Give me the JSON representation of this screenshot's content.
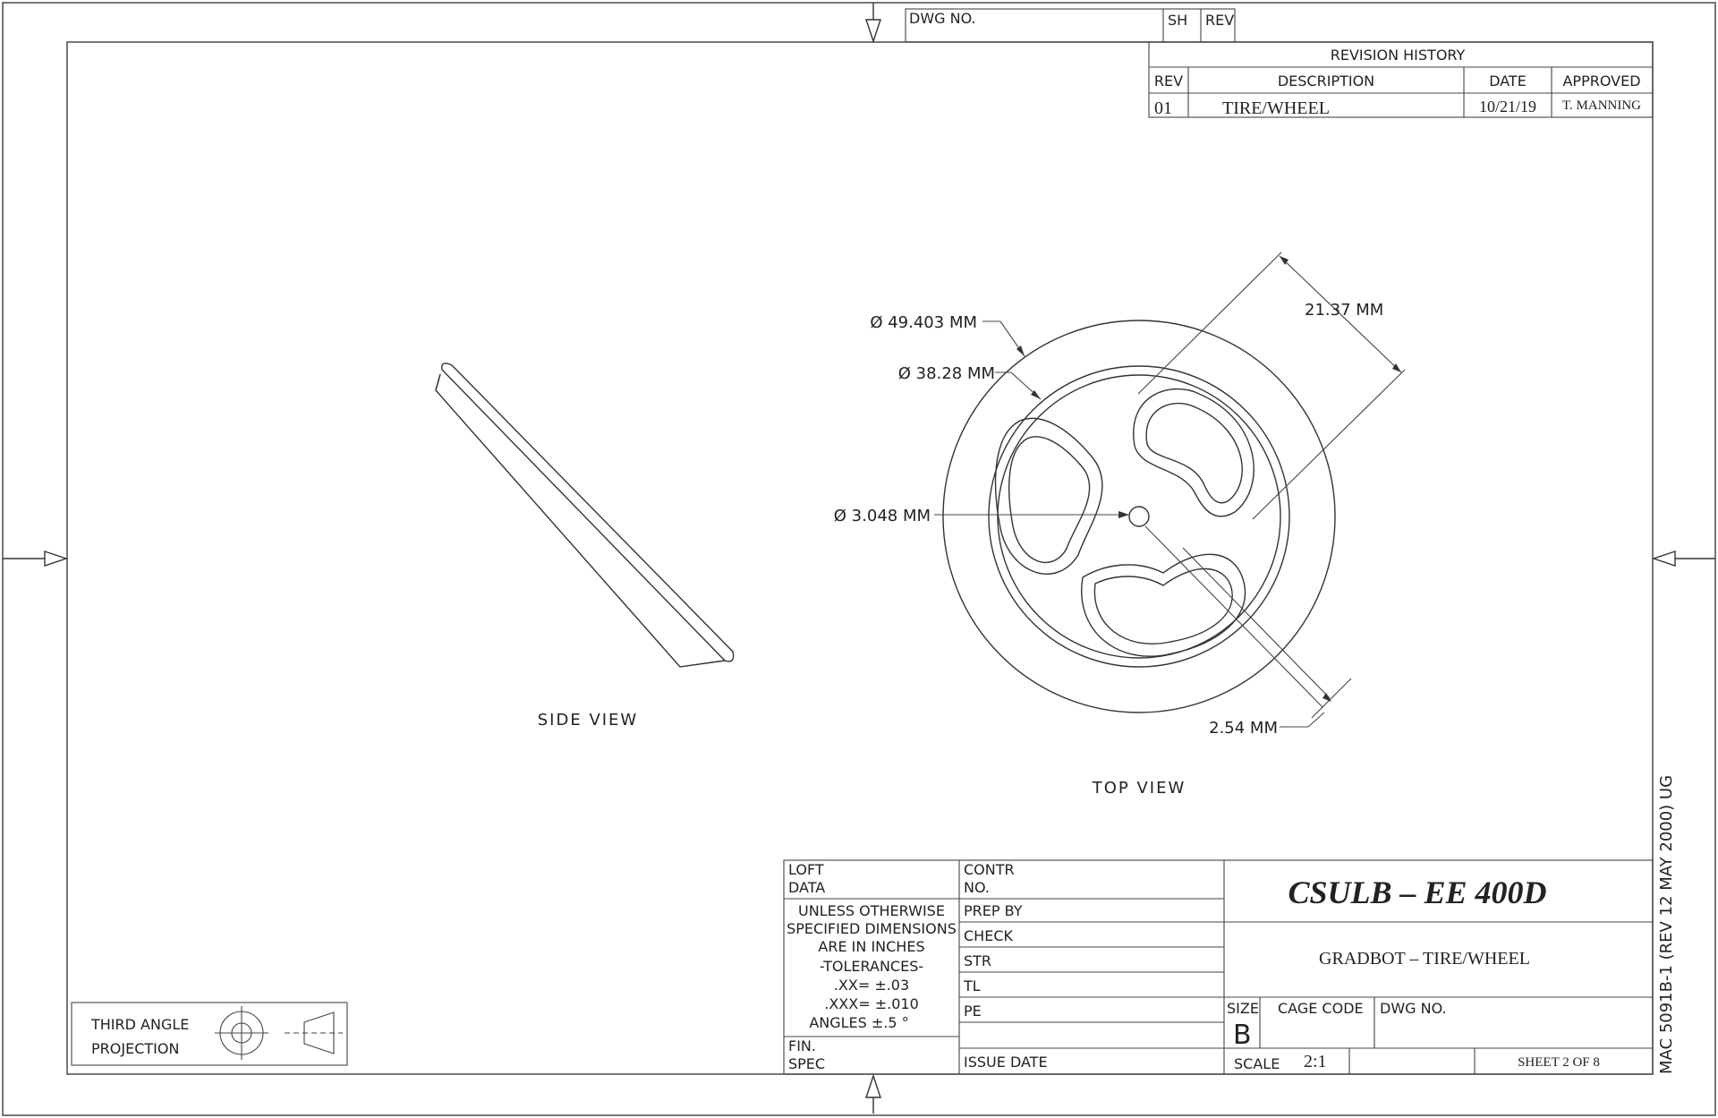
{
  "header": {
    "dwg_no_label": "DWG NO.",
    "sh_label": "SH",
    "rev_label": "REV"
  },
  "revision_history": {
    "title": "REVISION HISTORY",
    "columns": [
      "REV",
      "DESCRIPTION",
      "DATE",
      "APPROVED"
    ],
    "rows": [
      [
        "01",
        "TIRE/WHEEL",
        "10/21/19",
        "T. MANNING"
      ]
    ]
  },
  "views": {
    "side_view_label": "SIDE VIEW",
    "top_view_label": "TOP VIEW"
  },
  "dimensions": {
    "outer_diameter": "Ø 49.403 MM",
    "inner_diameter": "Ø 38.28 MM",
    "hole_diameter": "Ø 3.048 MM",
    "slot_length": "21.37 MM",
    "slot_width": "2.54 MM"
  },
  "projection": {
    "line1": "THIRD ANGLE",
    "line2": "PROJECTION"
  },
  "title_block": {
    "loft_line1": "LOFT",
    "loft_line2": "DATA",
    "contr_line1": "CONTR",
    "contr_line2": "NO.",
    "tol_lines": [
      "UNLESS OTHERWISE",
      "SPECIFIED DIMENSIONS",
      "ARE IN INCHES",
      "-TOLERANCES-",
      ".XX=  ±.03",
      ".XXX=  ±.010",
      "ANGLES   ±.5 °"
    ],
    "fin_line1": "FIN.",
    "fin_line2": "SPEC",
    "prep_by": "PREP BY",
    "check": "CHECK",
    "str": "STR",
    "tl": "TL",
    "pe": "PE",
    "issue_date": "ISSUE DATE",
    "organization": "CSULB – EE 400D",
    "drawing_title": "GRADBOT – TIRE/WHEEL",
    "size_label": "SIZE",
    "size_value": "B",
    "cage_code_label": "CAGE CODE",
    "dwg_no_label": "DWG NO.",
    "scale_label": "SCALE",
    "scale_value": "2:1",
    "sheet": "SHEET 2 OF 8"
  },
  "side_margin_note": "MAC 5091B-1 (REV 12 MAY 2000) UG"
}
